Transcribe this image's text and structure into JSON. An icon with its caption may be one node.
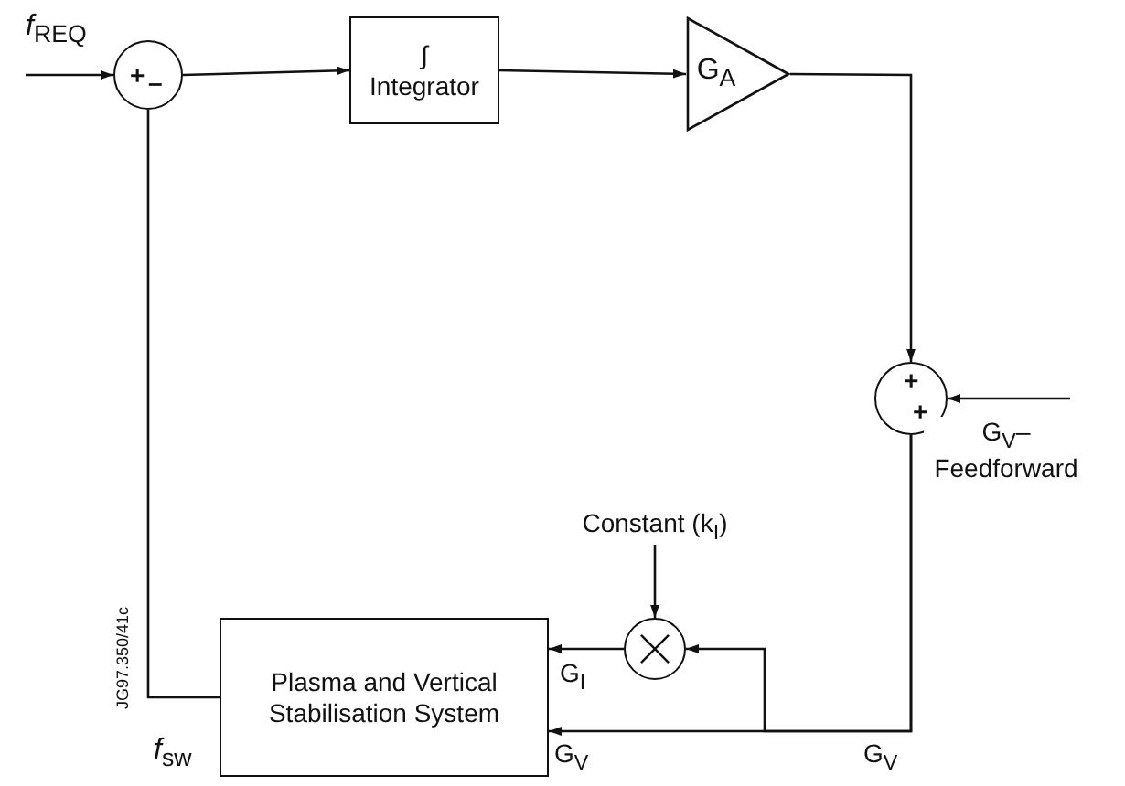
{
  "diagram": {
    "nodes": [
      {
        "text": [
          "+",
          "–"
        ]
      },
      {
        "text": [
          "∫",
          "Integrator"
        ]
      },
      {
        "text": [
          "G$_{A}$"
        ]
      },
      {
        "text": [
          "+",
          "+"
        ]
      },
      {
        "text": [
          "Plasma and Vertical Stabilisation System"
        ],
        "beside": [
          "*f*$_{sw}$"
        ]
      },
      {
        "text": [],
        "shape": "circle"
      },
      {
        "text": [
          "Constant (k$_{I}$)"
        ]
      }
    ],
    "edges": [
      {
        "from": null,
        "to": 0,
        "arrow": "to",
        "label": "*f*$_{REQ}$"
      },
      {
        "from": 0,
        "to": 1,
        "arrow": "to"
      },
      {
        "from": 1,
        "to": 2,
        "arrow": "to"
      },
      {
        "from": 2,
        "to": 3,
        "arrow": "to"
      },
      {
        "from": null,
        "to": 3,
        "arrow": "to",
        "label": "G$_{V}$– Feedforward"
      },
      {
        "from": 3,
        "to": 4,
        "arrow": "to",
        "label": "G$_{V}$"
      },
      {
        "from": 3,
        "to": 5,
        "arrow": "to"
      },
      {
        "from": 6,
        "to": 5,
        "arrow": "to"
      },
      {
        "from": 5,
        "to": 4,
        "arrow": "to",
        "label": "G$_{I}$"
      },
      {
        "from": 4,
        "to": 0,
        "arrow": "none"
      }
    ],
    "labels": [
      "G$_{V}$",
      "JG97.350/41c"
    ]
  }
}
